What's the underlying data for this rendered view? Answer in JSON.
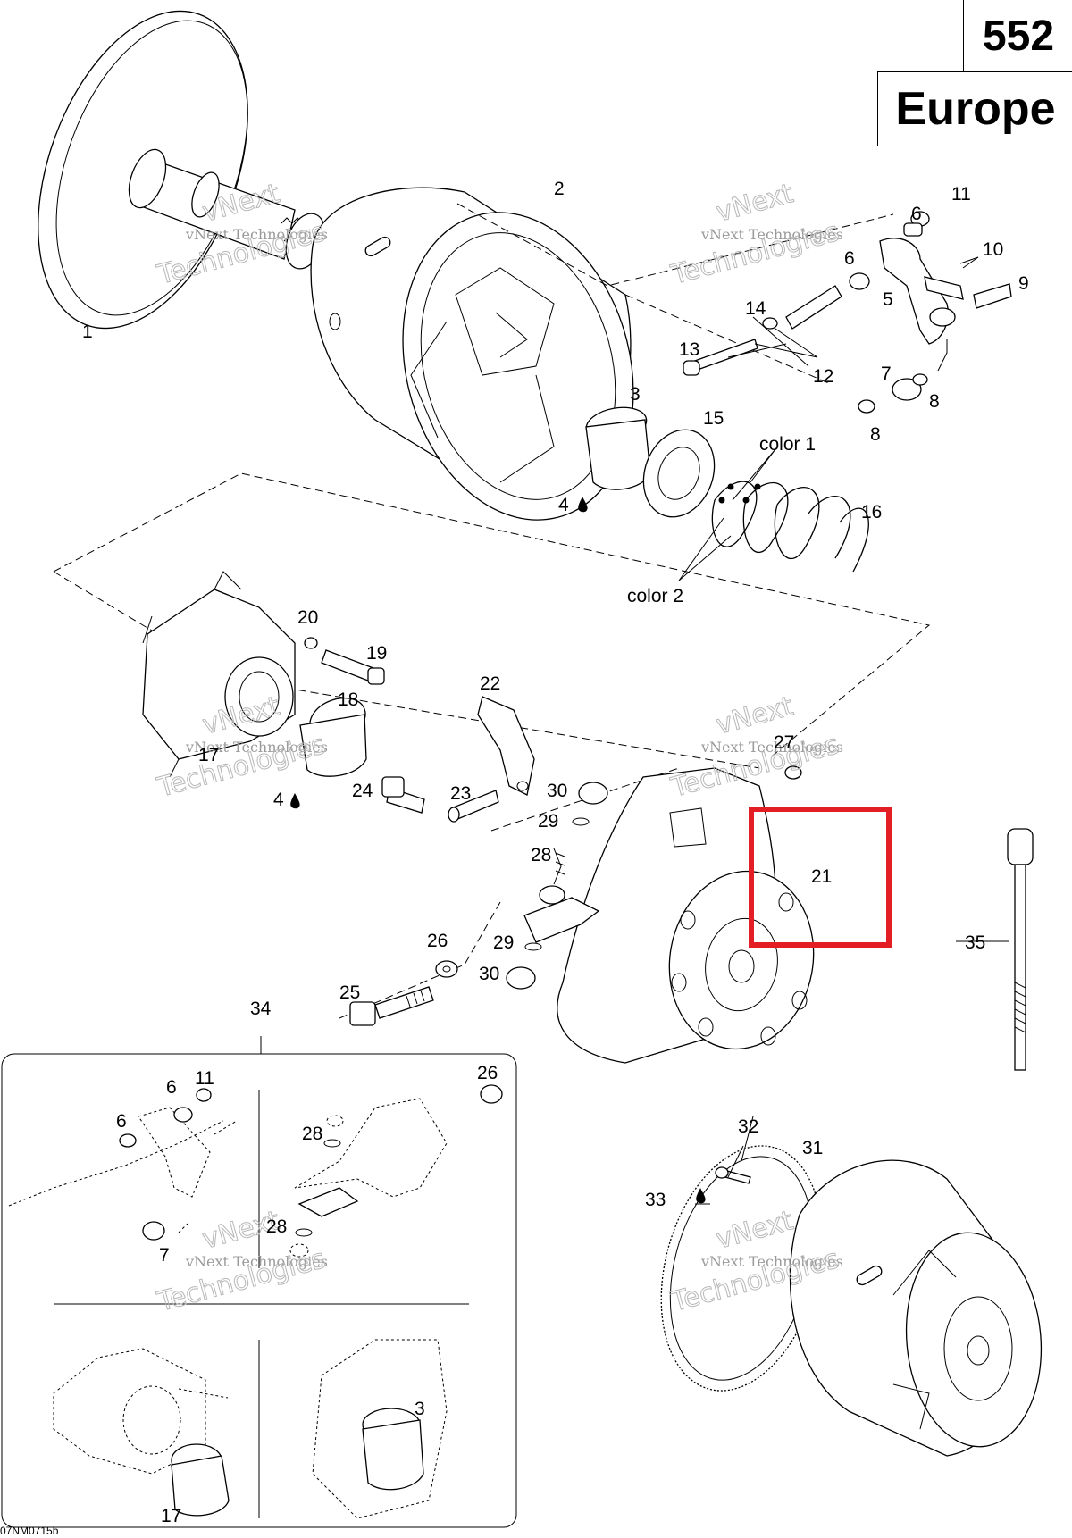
{
  "header": {
    "model": "552",
    "region": "Europe"
  },
  "figure_code": "07NM0715b",
  "watermark": {
    "line1": "vNext Technologies",
    "line2": "vNext",
    "line3": "Technologies"
  },
  "callouts": {
    "p1": "1",
    "p2": "2",
    "p3": "3",
    "p4a": "4",
    "p4b": "4",
    "p5": "5",
    "p6a": "6",
    "p6b": "6",
    "p7": "7",
    "p8a": "8",
    "p8b": "8",
    "p9": "9",
    "p10": "10",
    "p11": "11",
    "p12": "12",
    "p13": "13",
    "p14": "14",
    "p15": "15",
    "p16": "16",
    "color1": "color 1",
    "color2": "color 2",
    "p17": "17",
    "p18": "18",
    "p19": "19",
    "p20": "20",
    "p21": "21",
    "p22": "22",
    "p23": "23",
    "p24": "24",
    "p25": "25",
    "p26": "26",
    "p27": "27",
    "p28": "28",
    "p29a": "29",
    "p29b": "29",
    "p30a": "30",
    "p30b": "30",
    "p31": "31",
    "p32": "32",
    "p33": "33",
    "p34": "34",
    "p35": "35",
    "inset_p6a": "6",
    "inset_p6b": "6",
    "inset_p11": "11",
    "inset_p7": "7",
    "inset_p26": "26",
    "inset_p28a": "28",
    "inset_p28b": "28",
    "inset_p3": "3",
    "inset_p17": "17"
  }
}
